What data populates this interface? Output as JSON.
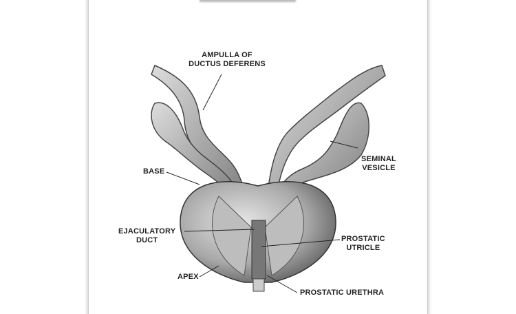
{
  "labels": {
    "ampulla": "AMPULLA OF\nDUCTUS DEFERENS",
    "ampulla_1": "AMPULLA OF",
    "ampulla_2": "DUCTUS DEFERENS",
    "seminal_1": "SEMINAL",
    "seminal_2": "VESICLE",
    "base": "BASE",
    "ejac_1": "EJACULATORY",
    "ejac_2": "DUCT",
    "utricle_1": "PROSTATIC",
    "utricle_2": "UTRICLE",
    "apex": "APEX",
    "urethra": "PROSTATIC URETHRA"
  }
}
